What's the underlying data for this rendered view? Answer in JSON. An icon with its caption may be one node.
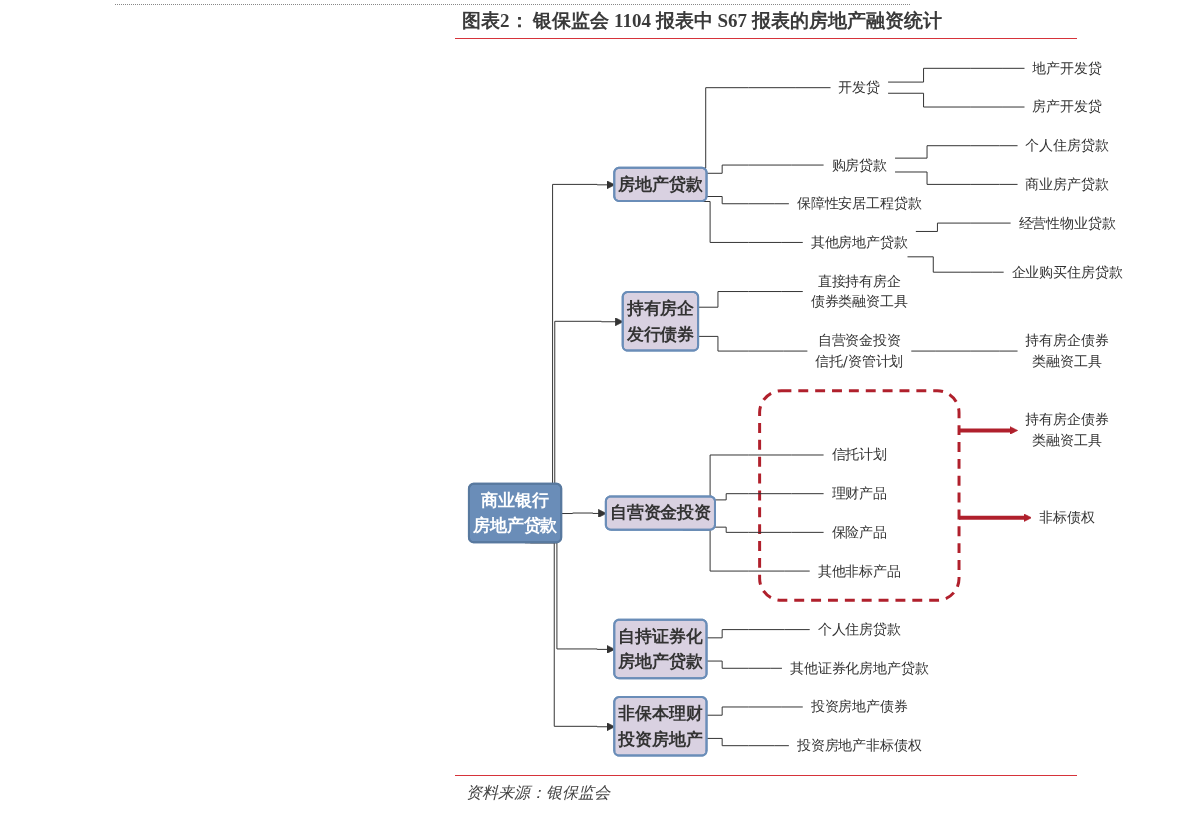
{
  "diagram": {
    "title": "图表2： 银保监会 1104 报表中 S67 报表的房地产融资统计",
    "caption": "资料来源：银保监会",
    "nodes": [
      {
        "text": [
          "商业银行房地产贷款"
        ]
      },
      {
        "text": [
          "房地产贷款"
        ]
      },
      {
        "text": [
          "开发贷"
        ]
      },
      {
        "text": [
          "地产开发贷"
        ]
      },
      {
        "text": [
          "房产开发贷"
        ]
      },
      {
        "text": [
          "购房贷款"
        ]
      },
      {
        "text": [
          "个人住房贷款"
        ]
      },
      {
        "text": [
          "商业房产贷款"
        ]
      },
      {
        "text": [
          "保障性安居工程贷款"
        ]
      },
      {
        "text": [
          "其他房地产贷款"
        ]
      },
      {
        "text": [
          "经营性物业贷款"
        ]
      },
      {
        "text": [
          "企业购买住房贷款"
        ]
      },
      {
        "text": [
          "持有房企发行债券"
        ]
      },
      {
        "text": [
          "直接持有房企债券类融资工具"
        ]
      },
      {
        "text": [
          "自营资金投资信托/资管计划"
        ]
      },
      {
        "text": [
          "持有房企债券类融资工具"
        ]
      },
      {
        "text": [
          "自营资金投资"
        ]
      },
      {
        "text": [],
        "shape": "box"
      },
      {
        "text": [
          "信托计划"
        ],
        "in": 17
      },
      {
        "text": [
          "理财产品"
        ],
        "in": 17
      },
      {
        "text": [
          "保险产品"
        ],
        "in": 17
      },
      {
        "text": [
          "其他非标产品"
        ],
        "in": 17
      },
      {
        "text": [
          "持有房企债券类融资工具"
        ]
      },
      {
        "text": [
          "非标债权"
        ]
      },
      {
        "text": [
          "自持证券化房地产贷款"
        ]
      },
      {
        "text": [
          "个人住房贷款"
        ]
      },
      {
        "text": [
          "其他证券化房地产贷款"
        ]
      },
      {
        "text": [
          "非保本理财投资房地产"
        ]
      },
      {
        "text": [
          "投资房地产债券"
        ]
      },
      {
        "text": [
          "投资房地产非标债权"
        ]
      }
    ],
    "edges": [
      {
        "from": 0,
        "to": 1,
        "arrow": "to"
      },
      {
        "from": 0,
        "to": 12,
        "arrow": "to"
      },
      {
        "from": 0,
        "to": 16,
        "arrow": "to"
      },
      {
        "from": 0,
        "to": 24,
        "arrow": "to"
      },
      {
        "from": 0,
        "to": 27,
        "arrow": "to"
      },
      {
        "from": 1,
        "to": 2,
        "arrow": "none"
      },
      {
        "from": 1,
        "to": 5,
        "arrow": "none"
      },
      {
        "from": 1,
        "to": 8,
        "arrow": "none"
      },
      {
        "from": 1,
        "to": 9,
        "arrow": "none"
      },
      {
        "from": 2,
        "to": 3,
        "arrow": "none"
      },
      {
        "from": 2,
        "to": 4,
        "arrow": "none"
      },
      {
        "from": 5,
        "to": 6,
        "arrow": "none"
      },
      {
        "from": 5,
        "to": 7,
        "arrow": "none"
      },
      {
        "from": 9,
        "to": 10,
        "arrow": "none"
      },
      {
        "from": 9,
        "to": 11,
        "arrow": "none"
      },
      {
        "from": 12,
        "to": 13,
        "arrow": "none"
      },
      {
        "from": 12,
        "to": 14,
        "arrow": "none"
      },
      {
        "from": 14,
        "to": 15,
        "arrow": "none"
      },
      {
        "from": 16,
        "to": 18,
        "arrow": "none"
      },
      {
        "from": 16,
        "to": 19,
        "arrow": "none"
      },
      {
        "from": 16,
        "to": 20,
        "arrow": "none"
      },
      {
        "from": 16,
        "to": 21,
        "arrow": "none"
      },
      {
        "from": 17,
        "to": 22,
        "arrow": "to",
        "style": "thick",
        "color": "#b0202c"
      },
      {
        "from": 17,
        "to": 23,
        "arrow": "to",
        "style": "thick",
        "color": "#b0202c"
      },
      {
        "from": 24,
        "to": 25,
        "arrow": "none"
      },
      {
        "from": 24,
        "to": 26,
        "arrow": "none"
      },
      {
        "from": 27,
        "to": 28,
        "arrow": "none"
      },
      {
        "from": 27,
        "to": 29,
        "arrow": "none"
      }
    ]
  }
}
